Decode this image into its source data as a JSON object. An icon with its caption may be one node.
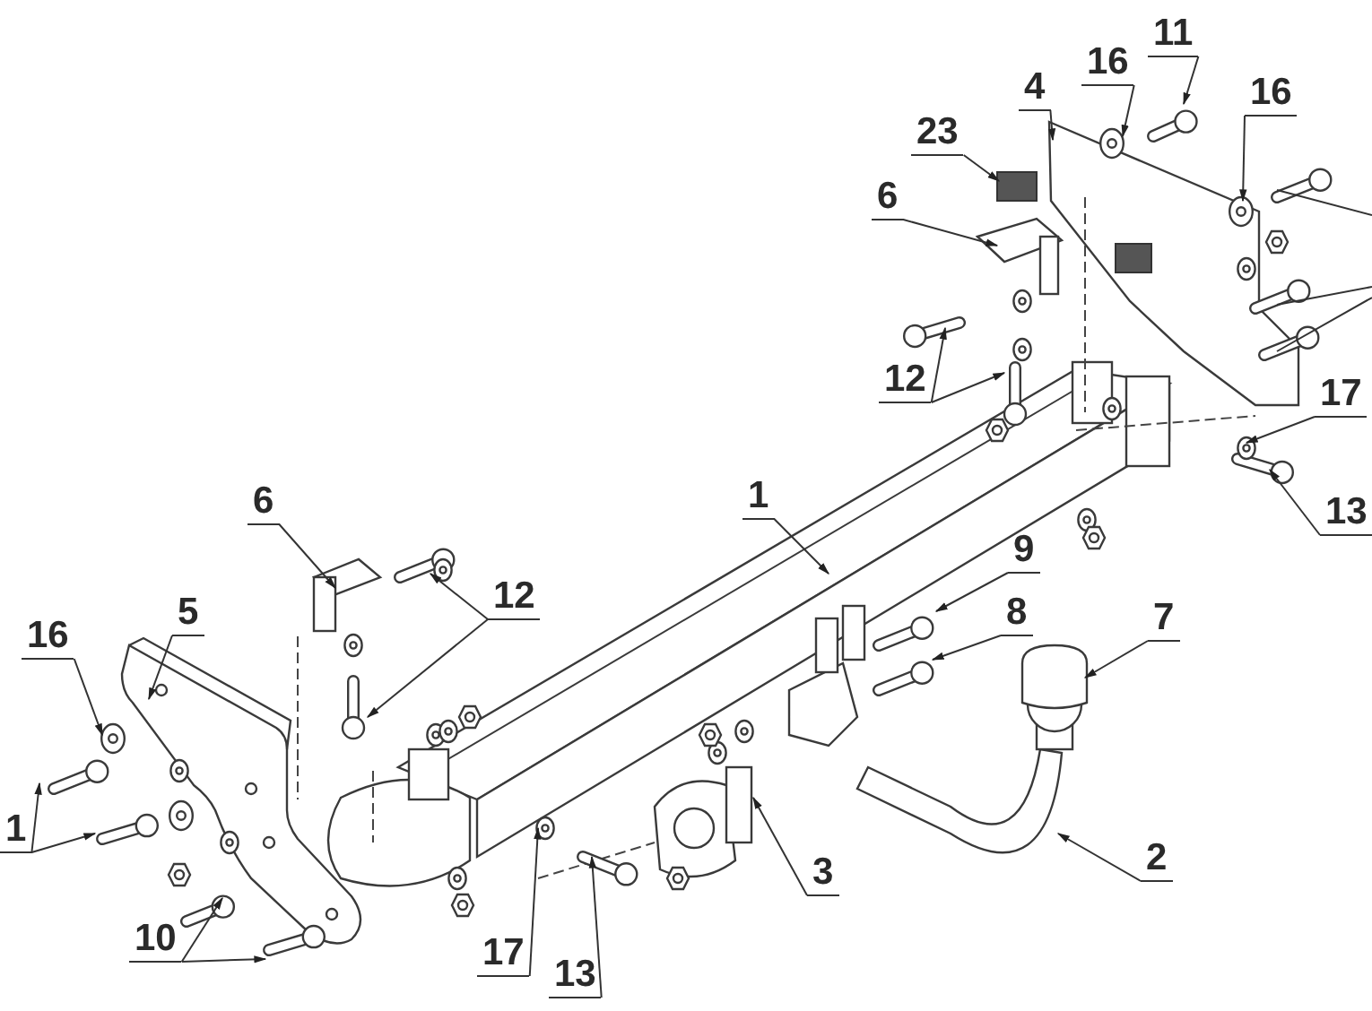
{
  "diagram": {
    "nodes": [
      {
        "text": [
          "11"
        ]
      },
      {
        "text": [
          "16"
        ]
      },
      {
        "text": [
          "4"
        ]
      },
      {
        "text": [
          "16"
        ]
      },
      {
        "text": [
          "23"
        ]
      },
      {
        "text": [
          "6"
        ]
      },
      {
        "text": [
          "12"
        ]
      },
      {
        "text": [
          "17"
        ]
      },
      {
        "text": [
          "1"
        ]
      },
      {
        "text": [
          "13"
        ]
      },
      {
        "text": [
          "6"
        ]
      },
      {
        "text": [
          "9"
        ]
      },
      {
        "text": [
          "12"
        ]
      },
      {
        "text": [
          "5"
        ]
      },
      {
        "text": [
          "8"
        ]
      },
      {
        "text": [
          "7"
        ]
      },
      {
        "text": [
          "16"
        ]
      },
      {
        "text": [
          "1"
        ]
      },
      {
        "text": [
          "3"
        ]
      },
      {
        "text": [
          "2"
        ]
      },
      {
        "text": [
          "10"
        ]
      },
      {
        "text": [
          "17"
        ]
      },
      {
        "text": [
          "13"
        ]
      }
    ],
    "edges": [
      {
        "from": 0,
        "to": null,
        "arrow": "to"
      },
      {
        "from": 1,
        "to": null,
        "arrow": "to"
      },
      {
        "from": 2,
        "to": null,
        "arrow": "to"
      },
      {
        "from": 3,
        "to": null,
        "arrow": "to"
      },
      {
        "from": 4,
        "to": null,
        "arrow": "to"
      },
      {
        "from": 5,
        "to": null,
        "arrow": "to"
      },
      {
        "from": 6,
        "to": null,
        "arrow": "to"
      },
      {
        "from": 6,
        "to": null,
        "arrow": "to"
      },
      {
        "from": 7,
        "to": null,
        "arrow": "to"
      },
      {
        "from": 8,
        "to": null,
        "arrow": "to"
      },
      {
        "from": 9,
        "to": null,
        "arrow": "to"
      },
      {
        "from": 10,
        "to": null,
        "arrow": "to"
      },
      {
        "from": 11,
        "to": null,
        "arrow": "to"
      },
      {
        "from": 12,
        "to": null,
        "arrow": "to"
      },
      {
        "from": 12,
        "to": null,
        "arrow": "to"
      },
      {
        "from": 13,
        "to": null,
        "arrow": "to"
      },
      {
        "from": 14,
        "to": null,
        "arrow": "to"
      },
      {
        "from": 15,
        "to": null,
        "arrow": "to"
      },
      {
        "from": 16,
        "to": null,
        "arrow": "to"
      },
      {
        "from": 17,
        "to": null,
        "arrow": "to"
      },
      {
        "from": 17,
        "to": null,
        "arrow": "to"
      },
      {
        "from": 18,
        "to": null,
        "arrow": "to"
      },
      {
        "from": 19,
        "to": null,
        "arrow": "to"
      },
      {
        "from": 20,
        "to": null,
        "arrow": "to"
      },
      {
        "from": 20,
        "to": null,
        "arrow": "to"
      },
      {
        "from": 21,
        "to": null,
        "arrow": "to"
      },
      {
        "from": 22,
        "to": null,
        "arrow": "to"
      }
    ]
  }
}
